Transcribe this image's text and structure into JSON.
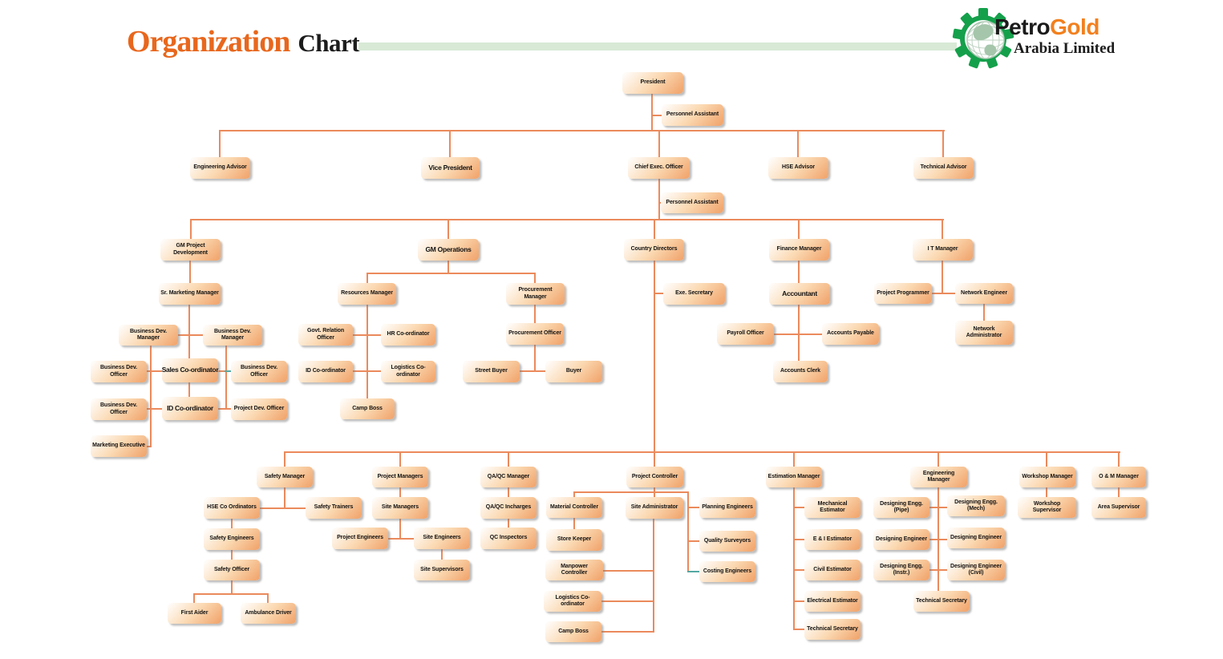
{
  "header": {
    "title_primary": "Organization",
    "title_secondary": "Chart",
    "logo": {
      "brand_petro": "Petro",
      "brand_gold": "Gold",
      "subtitle": "Arabia Limited"
    }
  },
  "palette": {
    "title_orange": "#e8671d",
    "divider_green": "#d8e9d5",
    "gear_green": "#14a04b",
    "logo_gold": "#f2801e",
    "connector_orange": "#eb8a5c",
    "connector_teal": "#55a8a2",
    "box_gradient_start": "#ffffff",
    "box_gradient_end": "#f0a168"
  },
  "org_chart": {
    "nodes": [
      [
        "President",
        776,
        90,
        76,
        27
      ],
      [
        "Personnel Assistant",
        825,
        130,
        77,
        27
      ],
      [
        "Engineering Advisor",
        237,
        196,
        75,
        27
      ],
      [
        "Vice President",
        525,
        196,
        73,
        27,
        1
      ],
      [
        "Chief Exec. Officer",
        783,
        196,
        77,
        27
      ],
      [
        "HSE Advisor",
        958,
        196,
        75,
        27
      ],
      [
        "Technical Advisor",
        1139,
        196,
        75,
        27
      ],
      [
        "Personnel Assistant",
        824,
        240,
        78,
        26
      ],
      [
        "GM Project Development",
        200,
        298,
        75,
        27
      ],
      [
        "GM Operations",
        521,
        298,
        76,
        27,
        1
      ],
      [
        "Country Directors",
        778,
        298,
        75,
        27
      ],
      [
        "Finance Manager",
        959,
        298,
        75,
        27
      ],
      [
        "I T Manager",
        1138,
        298,
        75,
        27
      ],
      [
        "Sr. Marketing Manager",
        198,
        353,
        77,
        27
      ],
      [
        "Resources Manager",
        421,
        353,
        73,
        27
      ],
      [
        "Procurement Manager",
        631,
        353,
        73,
        27
      ],
      [
        "Exe. Secretary",
        827,
        353,
        77,
        27
      ],
      [
        "Accountant",
        959,
        353,
        76,
        27,
        1
      ],
      [
        "Project Programmer",
        1090,
        353,
        72,
        26
      ],
      [
        "Network Engineer",
        1191,
        353,
        72,
        26
      ],
      [
        "Business Dev. Manager",
        148,
        405,
        74,
        26
      ],
      [
        "Business Dev. Manager",
        253,
        405,
        74,
        26
      ],
      [
        "Govt. Relation Officer",
        372,
        404,
        68,
        27
      ],
      [
        "HR Co-ordinator",
        475,
        404,
        68,
        27
      ],
      [
        "Procurement Officer",
        631,
        403,
        72,
        27
      ],
      [
        "Payroll Officer",
        894,
        403,
        71,
        27
      ],
      [
        "Accounts Payable",
        1025,
        403,
        71,
        27
      ],
      [
        "Network Administrator",
        1191,
        400,
        72,
        30
      ],
      [
        "Business Dev. Officer",
        113,
        450,
        70,
        27
      ],
      [
        "Sales Co-ordinator",
        202,
        447,
        70,
        30,
        1
      ],
      [
        "Business Dev. Officer",
        288,
        450,
        70,
        27
      ],
      [
        "ID Co-ordinator",
        372,
        450,
        68,
        27
      ],
      [
        "Logistics Co-ordinator",
        475,
        450,
        68,
        27
      ],
      [
        "Street Buyer",
        577,
        450,
        71,
        27
      ],
      [
        "Buyer",
        680,
        450,
        71,
        27
      ],
      [
        "Accounts Clerk",
        964,
        450,
        68,
        27
      ],
      [
        "Business Dev. Officer",
        113,
        497,
        70,
        27
      ],
      [
        "ID Co-ordinator",
        202,
        495,
        70,
        29,
        1
      ],
      [
        "Project Dev. Officer",
        288,
        497,
        70,
        27
      ],
      [
        "Camp Boss",
        424,
        497,
        68,
        26
      ],
      [
        "Marketing Executive",
        113,
        543,
        70,
        27
      ],
      [
        "Safety Manager",
        320,
        582,
        70,
        26
      ],
      [
        "Project Managers",
        464,
        582,
        70,
        26
      ],
      [
        "QA/QC Manager",
        599,
        582,
        70,
        26
      ],
      [
        "Project Controller",
        781,
        582,
        71,
        26
      ],
      [
        "Estimation Manager",
        955,
        582,
        70,
        26
      ],
      [
        "Engineering Manager",
        1135,
        582,
        71,
        26
      ],
      [
        "Workshop Manager",
        1271,
        582,
        70,
        26
      ],
      [
        "O & M Manager",
        1361,
        582,
        68,
        26
      ],
      [
        "HSE Co Ordinators",
        254,
        620,
        70,
        27
      ],
      [
        "Safety Trainers",
        381,
        620,
        70,
        27
      ],
      [
        "Site Managers",
        464,
        620,
        70,
        27
      ],
      [
        "QA/QC Incharges",
        599,
        620,
        70,
        27
      ],
      [
        "Material Controller",
        681,
        620,
        70,
        26
      ],
      [
        "Site Administrator",
        780,
        620,
        72,
        27
      ],
      [
        "Planning Engineers",
        872,
        620,
        70,
        26
      ],
      [
        "Mechanical Estimator",
        1003,
        620,
        70,
        26
      ],
      [
        "Designing Engg. (Pipe)",
        1089,
        620,
        70,
        26
      ],
      [
        "Designing Engg. (Mech)",
        1181,
        618,
        72,
        26
      ],
      [
        "Workshop Supervisor",
        1269,
        620,
        73,
        26
      ],
      [
        "Area Supervisor",
        1361,
        620,
        68,
        26
      ],
      [
        "Safety Engineers",
        254,
        659,
        70,
        27
      ],
      [
        "Project Engineers",
        414,
        658,
        70,
        27
      ],
      [
        "Site Engineers",
        516,
        658,
        70,
        27
      ],
      [
        "QC Inspectors",
        599,
        658,
        70,
        27
      ],
      [
        "Store Keeper",
        681,
        660,
        70,
        27
      ],
      [
        "Quality Surveyors",
        872,
        662,
        70,
        26
      ],
      [
        "E & I Estimator",
        1003,
        660,
        70,
        26
      ],
      [
        "Designing Engineer",
        1089,
        660,
        70,
        26
      ],
      [
        "Designing Engineer",
        1181,
        658,
        72,
        26
      ],
      [
        "Safety Officer",
        254,
        698,
        70,
        26
      ],
      [
        "Site Supervisors",
        516,
        698,
        70,
        26
      ],
      [
        "Manpower Controller",
        680,
        698,
        72,
        26
      ],
      [
        "Costing Engineers",
        872,
        700,
        70,
        26
      ],
      [
        "Civil Estimator",
        1003,
        698,
        70,
        26
      ],
      [
        "Designing Engg. (Instr.)",
        1089,
        698,
        70,
        26
      ],
      [
        "Designing Engineer (Civil)",
        1181,
        698,
        72,
        26
      ],
      [
        "Logistics Co-ordinator",
        678,
        737,
        72,
        26
      ],
      [
        "Electrical Estimator",
        1003,
        737,
        70,
        26
      ],
      [
        "Technical Secretary",
        1139,
        737,
        70,
        26
      ],
      [
        "First Aider",
        209,
        752,
        67,
        26
      ],
      [
        "Ambulance Driver",
        300,
        752,
        69,
        26
      ],
      [
        "Camp Boss",
        680,
        775,
        70,
        26
      ],
      [
        "Technical Secretary",
        1003,
        772,
        70,
        26
      ]
    ],
    "segments": [
      [
        812,
        117,
        2,
        47
      ],
      [
        812,
        143,
        14,
        2
      ],
      [
        273,
        162,
        905,
        2
      ],
      [
        273,
        162,
        2,
        34
      ],
      [
        560,
        162,
        2,
        34
      ],
      [
        821,
        162,
        2,
        34
      ],
      [
        994,
        162,
        2,
        34
      ],
      [
        1175,
        162,
        2,
        34
      ],
      [
        821,
        223,
        2,
        52
      ],
      [
        821,
        252,
        14,
        2
      ],
      [
        237,
        273,
        940,
        2
      ],
      [
        237,
        273,
        2,
        25
      ],
      [
        558,
        273,
        2,
        25
      ],
      [
        815,
        273,
        2,
        25
      ],
      [
        995,
        273,
        2,
        25
      ],
      [
        1174,
        273,
        2,
        25
      ],
      [
        236,
        325,
        2,
        28
      ],
      [
        235,
        380,
        2,
        68
      ],
      [
        222,
        417,
        32,
        2
      ],
      [
        187,
        431,
        2,
        127
      ],
      [
        183,
        462,
        20,
        2
      ],
      [
        183,
        509,
        20,
        2
      ],
      [
        183,
        556,
        6,
        2
      ],
      [
        281,
        431,
        2,
        80
      ],
      [
        272,
        462,
        8,
        2
      ],
      [
        280,
        462,
        9,
        2,
        "t"
      ],
      [
        272,
        509,
        17,
        2
      ],
      [
        235,
        477,
        2,
        18
      ],
      [
        558,
        325,
        2,
        16
      ],
      [
        457,
        340,
        211,
        2
      ],
      [
        457,
        340,
        2,
        14
      ],
      [
        666,
        340,
        2,
        14
      ],
      [
        457,
        380,
        2,
        117
      ],
      [
        440,
        417,
        36,
        2
      ],
      [
        440,
        462,
        36,
        2
      ],
      [
        666,
        380,
        2,
        23
      ],
      [
        666,
        430,
        2,
        34
      ],
      [
        648,
        462,
        33,
        2
      ],
      [
        815,
        325,
        2,
        239
      ],
      [
        815,
        365,
        14,
        2
      ],
      [
        995,
        325,
        2,
        28
      ],
      [
        995,
        380,
        2,
        71
      ],
      [
        965,
        416,
        61,
        2
      ],
      [
        1174,
        325,
        2,
        42
      ],
      [
        1162,
        365,
        30,
        2
      ],
      [
        1226,
        379,
        2,
        22
      ],
      [
        355,
        563,
        1042,
        2
      ],
      [
        354,
        563,
        2,
        19
      ],
      [
        498,
        563,
        2,
        19
      ],
      [
        633,
        563,
        2,
        19
      ],
      [
        815,
        563,
        2,
        19
      ],
      [
        989,
        563,
        2,
        19
      ],
      [
        1169,
        563,
        2,
        19
      ],
      [
        1304,
        563,
        2,
        19
      ],
      [
        1394,
        563,
        2,
        19
      ],
      [
        354,
        608,
        2,
        26
      ],
      [
        324,
        633,
        58,
        2
      ],
      [
        288,
        647,
        2,
        52
      ],
      [
        288,
        724,
        2,
        17
      ],
      [
        241,
        740,
        94,
        2
      ],
      [
        241,
        740,
        2,
        13
      ],
      [
        333,
        740,
        2,
        13
      ],
      [
        498,
        608,
        2,
        13
      ],
      [
        498,
        647,
        2,
        25
      ],
      [
        484,
        671,
        33,
        2
      ],
      [
        550,
        685,
        2,
        14
      ],
      [
        633,
        608,
        2,
        13
      ],
      [
        633,
        647,
        2,
        12
      ],
      [
        815,
        608,
        2,
        7
      ],
      [
        715,
        613,
        144,
        2
      ],
      [
        715,
        613,
        2,
        8
      ],
      [
        815,
        613,
        2,
        8
      ],
      [
        857,
        613,
        2,
        101
      ],
      [
        857,
        632,
        16,
        2
      ],
      [
        857,
        674,
        16,
        2
      ],
      [
        857,
        712,
        16,
        2,
        "t"
      ],
      [
        715,
        646,
        2,
        15
      ],
      [
        814,
        647,
        2,
        142
      ],
      [
        752,
        711,
        63,
        2
      ],
      [
        750,
        749,
        65,
        2
      ],
      [
        750,
        787,
        65,
        2
      ],
      [
        989,
        608,
        2,
        178
      ],
      [
        989,
        632,
        15,
        2
      ],
      [
        989,
        672,
        15,
        2
      ],
      [
        989,
        710,
        15,
        2
      ],
      [
        989,
        749,
        15,
        2
      ],
      [
        989,
        784,
        15,
        2
      ],
      [
        1169,
        608,
        2,
        130
      ],
      [
        1159,
        632,
        23,
        2
      ],
      [
        1159,
        672,
        23,
        2
      ],
      [
        1159,
        710,
        23,
        2
      ],
      [
        1304,
        608,
        2,
        13
      ],
      [
        1394,
        608,
        2,
        13
      ]
    ]
  }
}
